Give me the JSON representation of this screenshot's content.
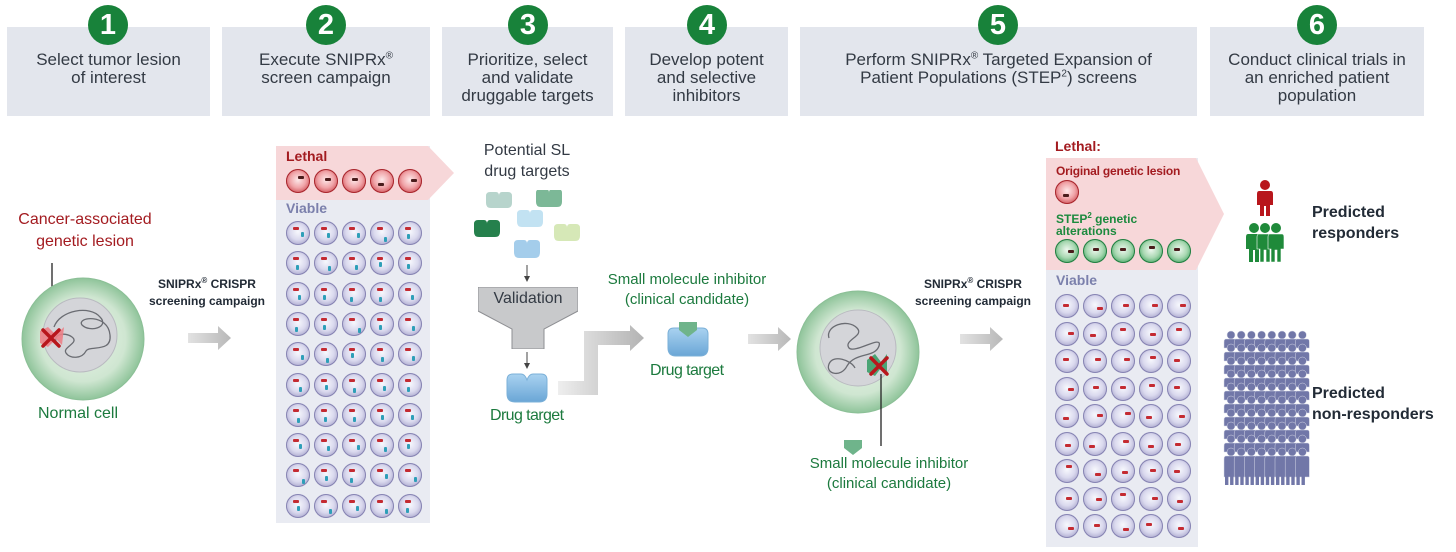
{
  "steps": [
    {
      "number": "1",
      "text": "Select tumor lesion\nof interest"
    },
    {
      "number": "2",
      "text": "Execute SNIPRx® screen campaign",
      "line1": "Execute SNIPRx",
      "line1_sup": "®",
      "line2": "screen campaign"
    },
    {
      "number": "3",
      "text": "Prioritize, select\nand validate\ndruggable targets"
    },
    {
      "number": "4",
      "text": "Develop potent\nand selective\ninhibitors"
    },
    {
      "number": "5",
      "text": "Perform SNIPRx® Targeted Expansion of Patient Populations (STEP²) screens",
      "line1a": "Perform SNIPRx",
      "line1_sup": "®",
      "line1b": " Targeted Expansion of",
      "line2a": "Patient Populations (STEP",
      "line2_sup": "2",
      "line2b": ") screens"
    },
    {
      "number": "6",
      "text": "Conduct clinical trials in\nan enriched patient\npopulation"
    }
  ],
  "normal_cell": {
    "lesion_label_line1": "Cancer-associated",
    "lesion_label_line2": "genetic lesion",
    "cell_label": "Normal cell"
  },
  "crispr_campaign_1": {
    "line1": "SNIPRx",
    "sup": "®",
    "line1b": " CRISPR",
    "line2": "screening campaign"
  },
  "screen_panel_1": {
    "lethal_label": "Lethal",
    "viable_label": "Viable",
    "lethal_count": 5,
    "viable_rows": 10,
    "columns": 5
  },
  "targets": {
    "title_line1": "Potential SL",
    "title_line2": "drug targets",
    "validation_label": "Validation",
    "drug_target_label": "Drug target"
  },
  "inhibitor": {
    "label_line1": "Small molecule inhibitor",
    "label_line2": "(clinical candidate)",
    "drug_target_label": "Drug target"
  },
  "crispr_campaign_2": {
    "line1": "SNIPRx",
    "sup": "®",
    "line1b": " CRISPR",
    "line2": "screening campaign"
  },
  "treated_cell": {
    "inhibitor_label_line1": "Small molecule inhibitor",
    "inhibitor_label_line2": "(clinical candidate)"
  },
  "screen_panel_2": {
    "lethal_header": "Lethal:",
    "original_lesion_label": "Original genetic lesion",
    "step2_label_a": "STEP",
    "step2_sup": "2",
    "step2_label_b": " genetic",
    "step2_label_line2": "alterations",
    "viable_label": "Viable",
    "original_count": 1,
    "step2_count": 5,
    "viable_rows": 9,
    "columns": 5
  },
  "outcomes": {
    "responders_line1": "Predicted",
    "responders_line2": "responders",
    "non_responders_line1": "Predicted",
    "non_responders_line2": "non-responders"
  },
  "colors": {
    "step_green": "#18823a",
    "header_gray": "#e3e6ed",
    "lethal_red": "#a31b20",
    "label_green": "#1c7a3e",
    "viable_purple": "#7b80ac",
    "non_responder": "#7177a8",
    "responder_red": "#b8161c",
    "responder_green": "#1f8a3a"
  }
}
